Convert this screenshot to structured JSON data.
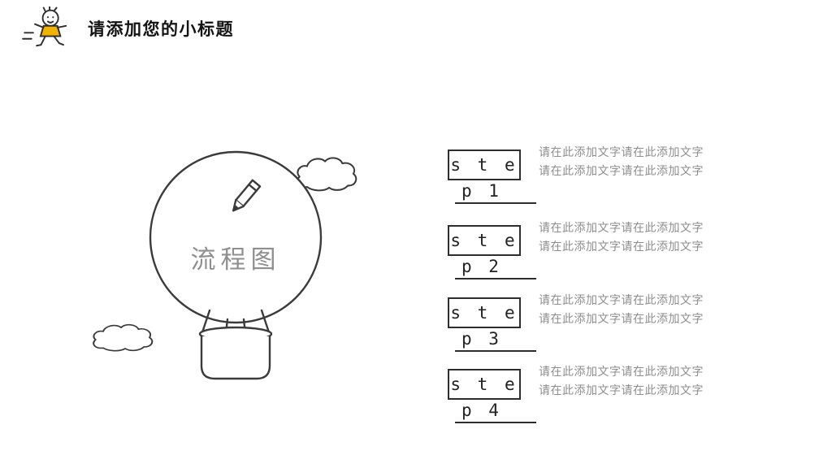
{
  "colors": {
    "ink": "#3a3a3a",
    "muted_text": "#8e8e8e",
    "accent_yellow": "#f2b200"
  },
  "header": {
    "title": "请添加您的小标题",
    "icon": "doodle-kid-icon"
  },
  "balloon": {
    "label": "流程图",
    "icon": "pencil-icon",
    "decor_icons": [
      "cloud-icon",
      "cloud-icon"
    ]
  },
  "steps": [
    {
      "box_text": "s t e",
      "tail_text": "p 1",
      "desc": [
        "请在此添加文字请在此添加文字",
        "请在此添加文字请在此添加文字"
      ]
    },
    {
      "box_text": "s t e",
      "tail_text": "p 2",
      "desc": [
        "请在此添加文字请在此添加文字",
        "请在此添加文字请在此添加文字"
      ]
    },
    {
      "box_text": "s t e",
      "tail_text": "p 3",
      "desc": [
        "请在此添加文字请在此添加文字",
        "请在此添加文字请在此添加文字"
      ]
    },
    {
      "box_text": "s t e",
      "tail_text": "p 4",
      "desc": [
        "请在此添加文字请在此添加文字",
        "请在此添加文字请在此添加文字"
      ]
    }
  ]
}
